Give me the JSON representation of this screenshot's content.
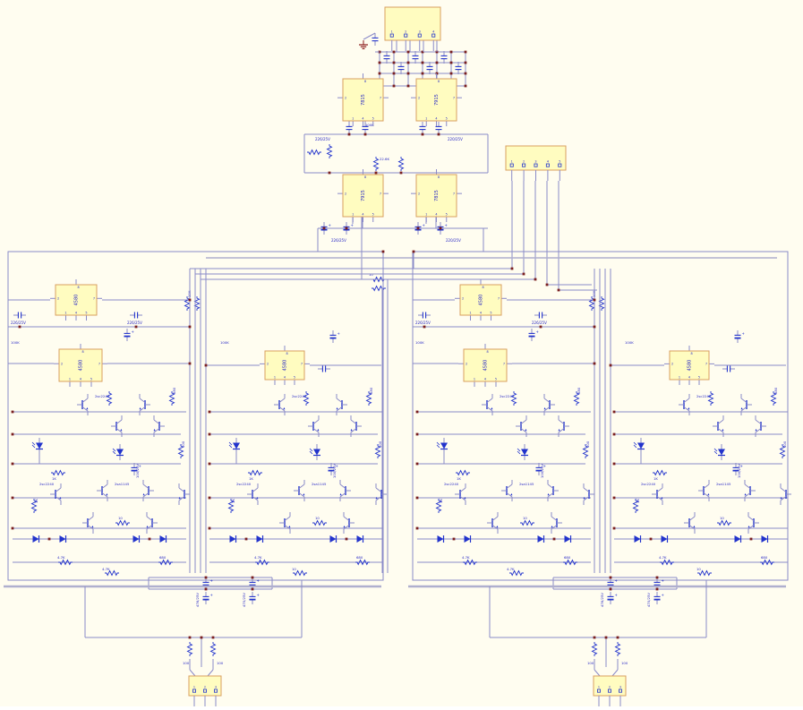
{
  "diagram": {
    "kind": "circuit-schematic",
    "background": "#FFFDF0"
  },
  "colors": {
    "wire": "#8A8AC8",
    "wire_gray": "#AFAFCE",
    "text": "#2525C4",
    "junction": "#7A1F1F",
    "ic_fill": "#FFFCC0",
    "ic_border": "#D8A060",
    "device": "#2233CC",
    "gnd": "#8B1A1A"
  },
  "values": {
    "cap_small": "226/25V",
    "cap_rail": "220/25V",
    "cap_big": "476/25V",
    "cap_big2": "470/25V",
    "cap_mid": "100/25V",
    "npn": "2sc2240",
    "pnp": "2sa1145",
    "r100k": "100K",
    "r10k": "10K",
    "r1k": "1K",
    "r680": "680",
    "r100": "100",
    "r10": "10",
    "r47k": "4.7K",
    "r226k": "22.6K",
    "opamp": "4580",
    "reg_pos": "7815",
    "reg_neg": "7915"
  },
  "connectors": {
    "power": {
      "pins": [
        "1",
        "2",
        "3",
        "4"
      ]
    },
    "control": {
      "pins": [
        "1",
        "2",
        "3",
        "4",
        "5"
      ]
    },
    "out_left": {
      "pins": [
        "1",
        "2",
        "3"
      ]
    },
    "out_right": {
      "pins": [
        "1",
        "2",
        "3"
      ]
    }
  },
  "ic_pins": [
    "1",
    "2",
    "3",
    "4",
    "5",
    "6",
    "7",
    "8"
  ],
  "channels": [
    {
      "id": "channel-1"
    },
    {
      "id": "channel-2"
    },
    {
      "id": "channel-3"
    },
    {
      "id": "channel-4"
    }
  ]
}
